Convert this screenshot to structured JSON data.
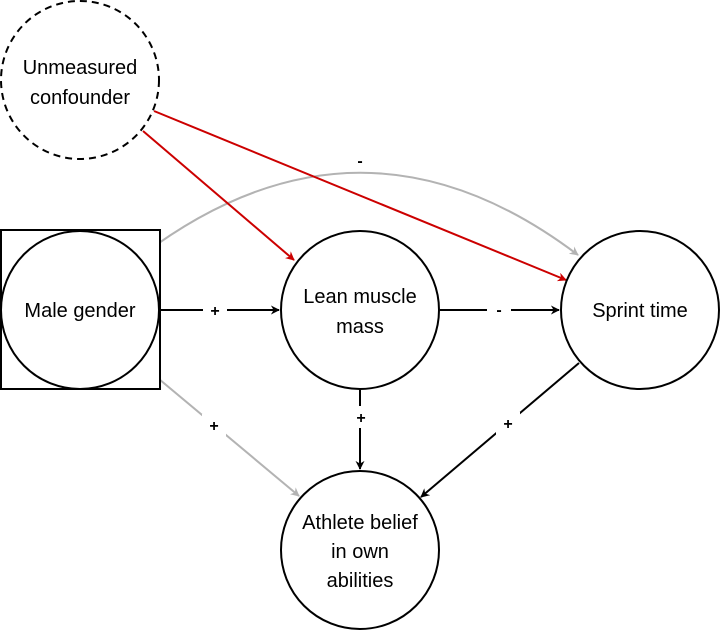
{
  "diagram": {
    "type": "causal-dag",
    "colors": {
      "node_stroke": "#000000",
      "edge_default": "#000000",
      "edge_confounder": "#cc0000",
      "edge_secondary": "#b3b3b3",
      "background": "#ffffff"
    },
    "nodes": [
      {
        "id": "confounder",
        "lines": [
          "Unmeasured",
          "confounder"
        ],
        "style": "dashed-circle"
      },
      {
        "id": "male",
        "lines": [
          "Male gender"
        ],
        "style": "circle-in-square"
      },
      {
        "id": "lean",
        "lines": [
          "Lean muscle",
          "mass"
        ],
        "style": "circle"
      },
      {
        "id": "sprint",
        "lines": [
          "Sprint time"
        ],
        "style": "circle"
      },
      {
        "id": "belief",
        "lines": [
          "Athlete belief",
          "in own",
          "abilities"
        ],
        "style": "circle"
      }
    ],
    "edges": [
      {
        "id": "male-lean",
        "from": "male",
        "to": "lean",
        "label": "+",
        "color": "black"
      },
      {
        "id": "lean-sprint",
        "from": "lean",
        "to": "sprint",
        "label": "-",
        "color": "black"
      },
      {
        "id": "lean-belief",
        "from": "lean",
        "to": "belief",
        "label": "+",
        "color": "black"
      },
      {
        "id": "sprint-belief",
        "from": "sprint",
        "to": "belief",
        "label": "+",
        "color": "black"
      },
      {
        "id": "male-belief",
        "from": "male",
        "to": "belief",
        "label": "+",
        "color": "gray"
      },
      {
        "id": "male-sprint",
        "from": "male",
        "to": "sprint",
        "label": "-",
        "color": "gray",
        "curved": true
      },
      {
        "id": "conf-lean",
        "from": "confounder",
        "to": "lean",
        "label": "",
        "color": "red"
      },
      {
        "id": "conf-sprint",
        "from": "confounder",
        "to": "sprint",
        "label": "",
        "color": "red"
      }
    ]
  }
}
